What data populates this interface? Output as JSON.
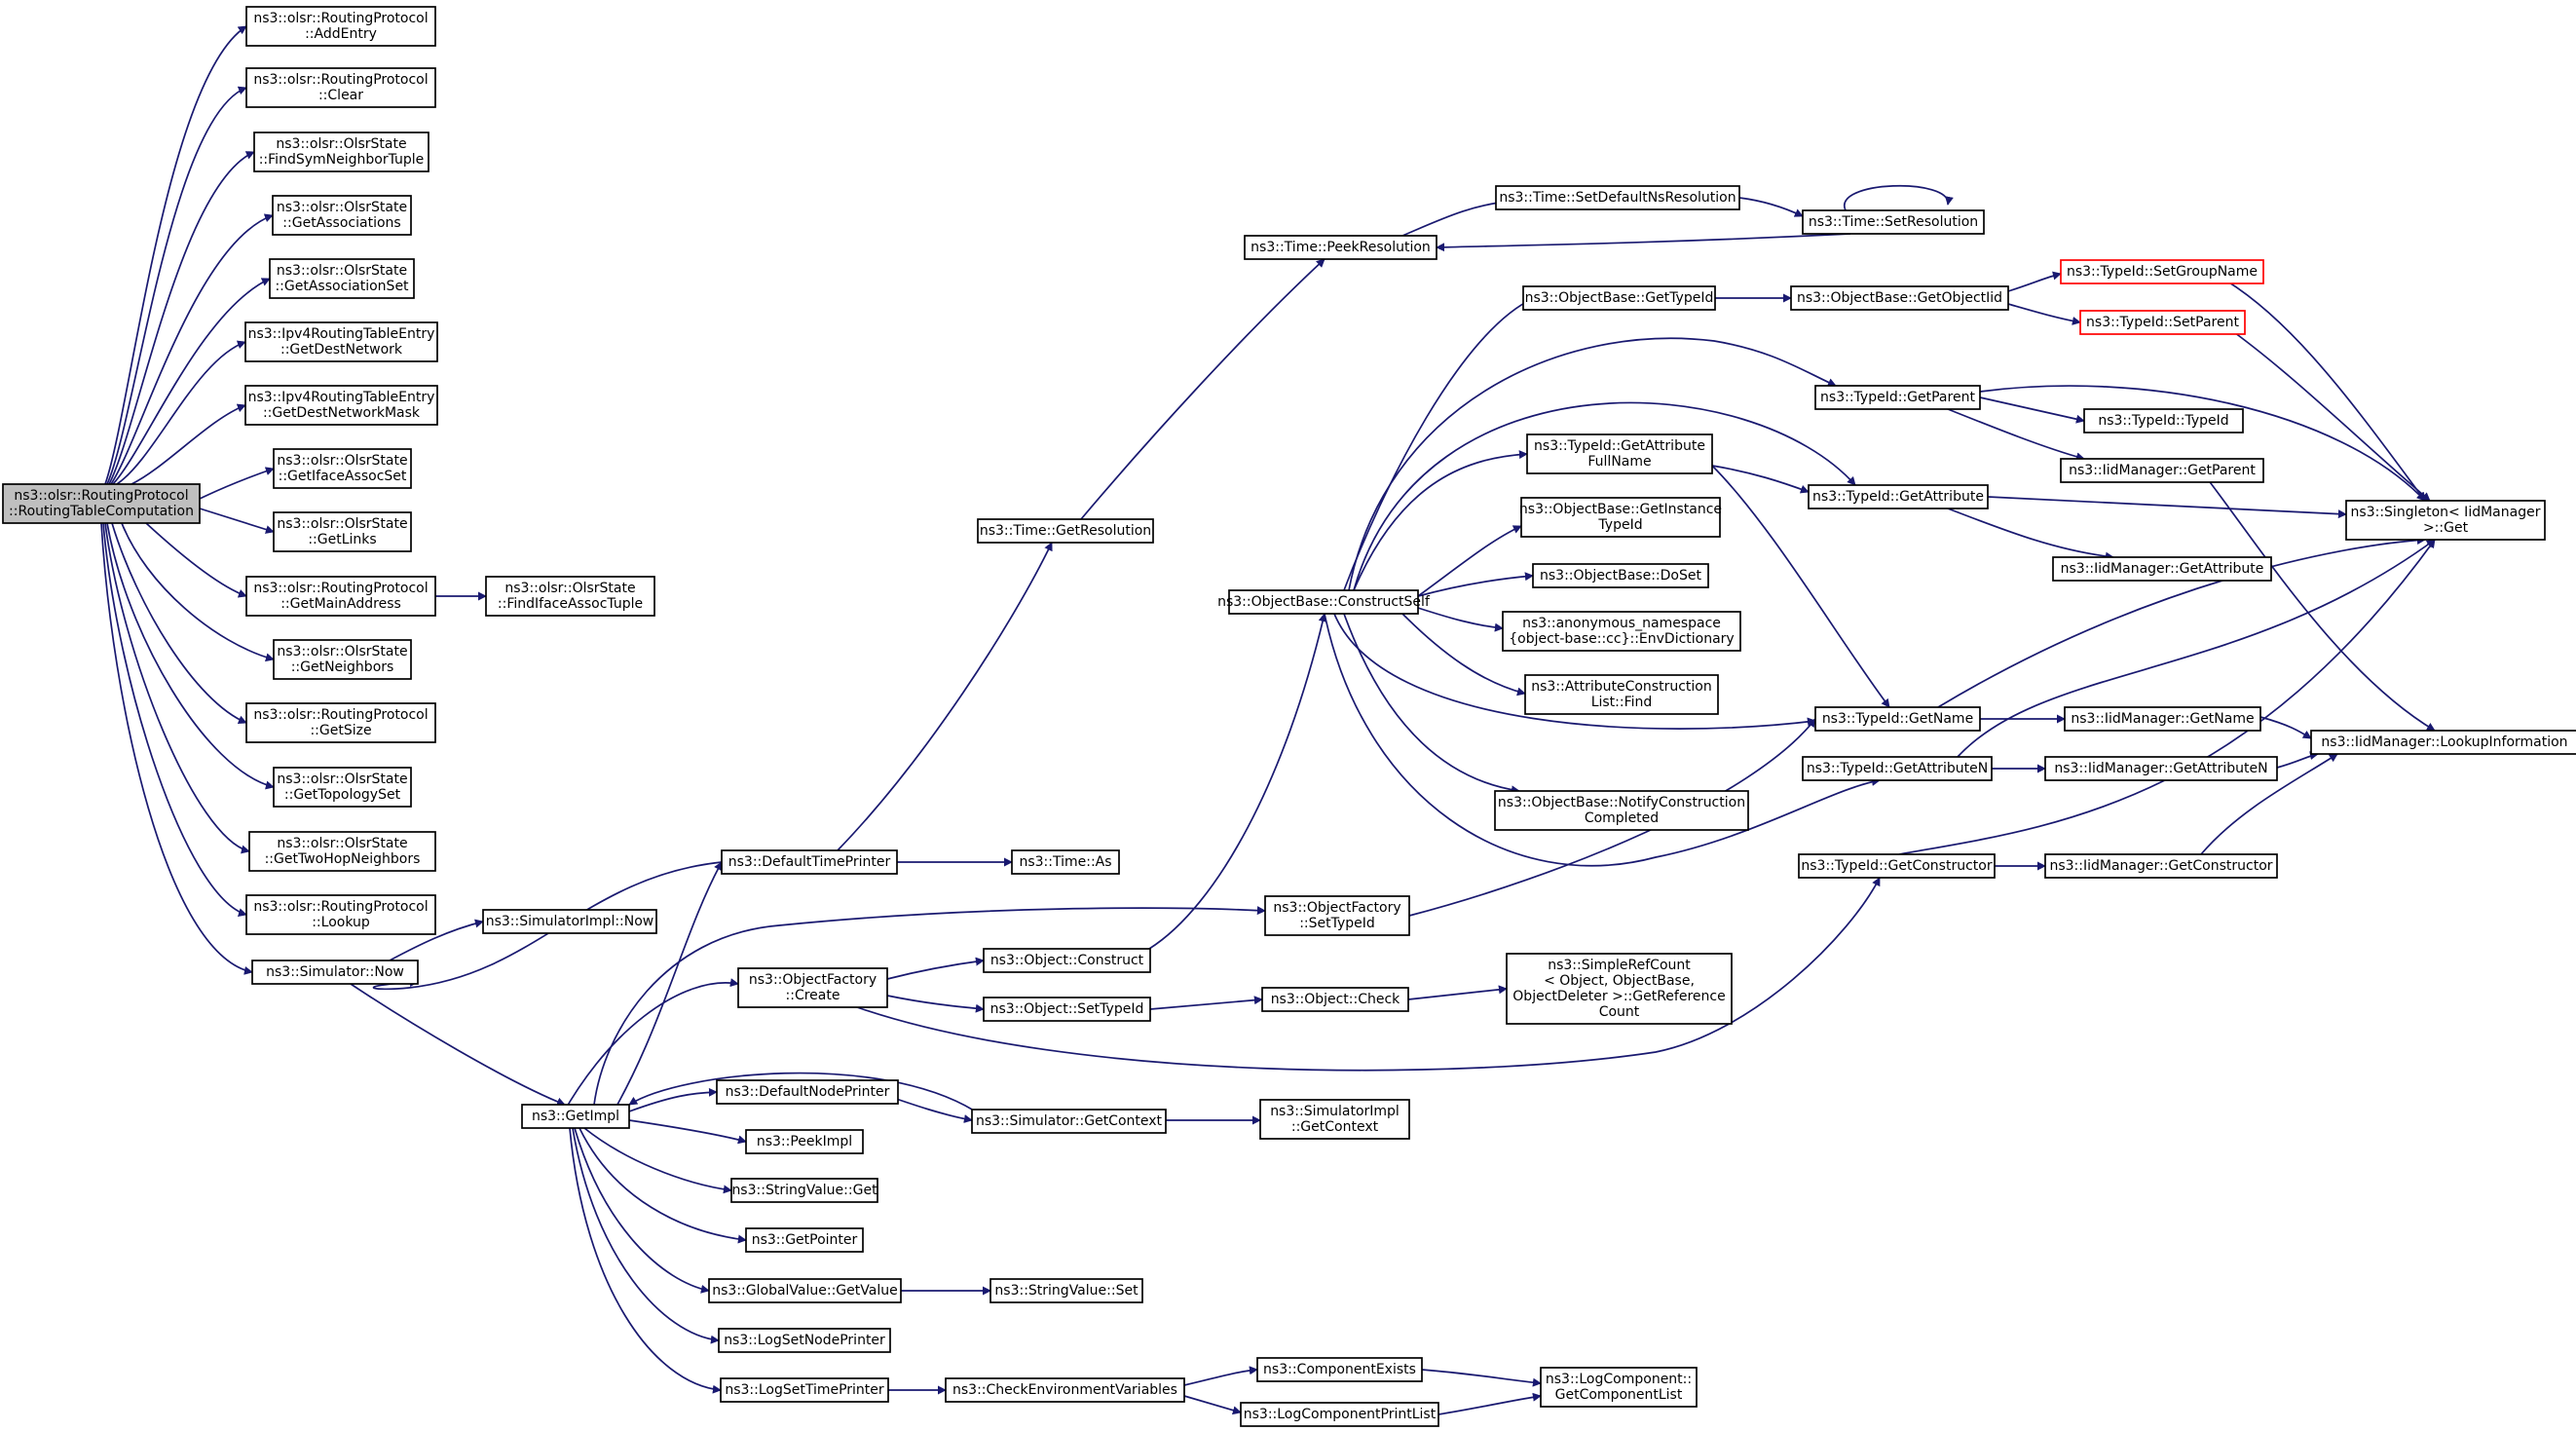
{
  "nodes": [
    {
      "id": "root",
      "lines": [
        "ns3::olsr::RoutingProtocol",
        "::RoutingTableComputation"
      ],
      "style": "root"
    },
    {
      "id": "addentry",
      "lines": [
        "ns3::olsr::RoutingProtocol",
        "::AddEntry"
      ]
    },
    {
      "id": "clear",
      "lines": [
        "ns3::olsr::RoutingProtocol",
        "::Clear"
      ]
    },
    {
      "id": "findsym",
      "lines": [
        "ns3::olsr::OlsrState",
        "::FindSymNeighborTuple"
      ]
    },
    {
      "id": "getassoc",
      "lines": [
        "ns3::olsr::OlsrState",
        "::GetAssociations"
      ]
    },
    {
      "id": "getassocset",
      "lines": [
        "ns3::olsr::OlsrState",
        "::GetAssociationSet"
      ]
    },
    {
      "id": "getdestnet",
      "lines": [
        "ns3::Ipv4RoutingTableEntry",
        "::GetDestNetwork"
      ]
    },
    {
      "id": "getdestmask",
      "lines": [
        "ns3::Ipv4RoutingTableEntry",
        "::GetDestNetworkMask"
      ]
    },
    {
      "id": "getiface",
      "lines": [
        "ns3::olsr::OlsrState",
        "::GetIfaceAssocSet"
      ]
    },
    {
      "id": "getlinks",
      "lines": [
        "ns3::olsr::OlsrState",
        "::GetLinks"
      ]
    },
    {
      "id": "getmain",
      "lines": [
        "ns3::olsr::RoutingProtocol",
        "::GetMainAddress"
      ]
    },
    {
      "id": "findiface",
      "lines": [
        "ns3::olsr::OlsrState",
        "::FindIfaceAssocTuple"
      ]
    },
    {
      "id": "getneigh",
      "lines": [
        "ns3::olsr::OlsrState",
        "::GetNeighbors"
      ]
    },
    {
      "id": "getsize",
      "lines": [
        "ns3::olsr::RoutingProtocol",
        "::GetSize"
      ]
    },
    {
      "id": "gettopo",
      "lines": [
        "ns3::olsr::OlsrState",
        "::GetTopologySet"
      ]
    },
    {
      "id": "gettwohop",
      "lines": [
        "ns3::olsr::OlsrState",
        "::GetTwoHopNeighbors"
      ]
    },
    {
      "id": "lookup",
      "lines": [
        "ns3::olsr::RoutingProtocol",
        "::Lookup"
      ]
    },
    {
      "id": "simnow",
      "lines": [
        "ns3::Simulator::Now"
      ]
    },
    {
      "id": "simimplnow",
      "lines": [
        "ns3::SimulatorImpl::Now"
      ]
    },
    {
      "id": "getimpl",
      "lines": [
        "ns3::GetImpl"
      ]
    },
    {
      "id": "deftimeprinter",
      "lines": [
        "ns3::DefaultTimePrinter"
      ]
    },
    {
      "id": "timeas",
      "lines": [
        "ns3::Time::As"
      ]
    },
    {
      "id": "timegetres",
      "lines": [
        "ns3::Time::GetResolution"
      ]
    },
    {
      "id": "timepeek",
      "lines": [
        "ns3::Time::PeekResolution"
      ]
    },
    {
      "id": "timesetdef",
      "lines": [
        "ns3::Time::SetDefaultNsResolution"
      ]
    },
    {
      "id": "timesetres",
      "lines": [
        "ns3::Time::SetResolution"
      ]
    },
    {
      "id": "objfactcreate",
      "lines": [
        "ns3::ObjectFactory",
        "::Create"
      ]
    },
    {
      "id": "objconstruct",
      "lines": [
        "ns3::Object::Construct"
      ]
    },
    {
      "id": "objsettypeid",
      "lines": [
        "ns3::Object::SetTypeId"
      ]
    },
    {
      "id": "objcheck",
      "lines": [
        "ns3::Object::Check"
      ]
    },
    {
      "id": "simplerefcount",
      "lines": [
        "ns3::SimpleRefCount",
        "< Object, ObjectBase,",
        "ObjectDeleter >::GetReference",
        "Count"
      ]
    },
    {
      "id": "objfactsettid",
      "lines": [
        "ns3::ObjectFactory",
        "::SetTypeId"
      ]
    },
    {
      "id": "constructself",
      "lines": [
        "ns3::ObjectBase::ConstructSelf"
      ]
    },
    {
      "id": "obgettypeid",
      "lines": [
        "ns3::ObjectBase::GetTypeId"
      ]
    },
    {
      "id": "obgetobjtid",
      "lines": [
        "ns3::ObjectBase::GetObjectIid"
      ]
    },
    {
      "id": "tidsetgroup",
      "lines": [
        "ns3::TypeId::SetGroupName"
      ],
      "style": "red"
    },
    {
      "id": "tidsetparent",
      "lines": [
        "ns3::TypeId::SetParent"
      ],
      "style": "red"
    },
    {
      "id": "tidgetparent",
      "lines": [
        "ns3::TypeId::GetParent"
      ]
    },
    {
      "id": "tidtypeid",
      "lines": [
        "ns3::TypeId::TypeId"
      ]
    },
    {
      "id": "iidgetparent",
      "lines": [
        "ns3::IidManager::GetParent"
      ]
    },
    {
      "id": "tidgetattrfull",
      "lines": [
        "ns3::TypeId::GetAttribute",
        "FullName"
      ]
    },
    {
      "id": "tidgetattr",
      "lines": [
        "ns3::TypeId::GetAttribute"
      ]
    },
    {
      "id": "iidgetattr",
      "lines": [
        "ns3::IidManager::GetAttribute"
      ]
    },
    {
      "id": "singleton",
      "lines": [
        "ns3::Singleton< IidManager",
        ">::Get"
      ]
    },
    {
      "id": "obgetinst",
      "lines": [
        "ns3::ObjectBase::GetInstance",
        "TypeId"
      ]
    },
    {
      "id": "obdoset",
      "lines": [
        "ns3::ObjectBase::DoSet"
      ]
    },
    {
      "id": "envdict",
      "lines": [
        "ns3::anonymous_namespace",
        "{object-base::cc}::EnvDictionary"
      ]
    },
    {
      "id": "attrfind",
      "lines": [
        "ns3::AttributeConstruction",
        "List::Find"
      ]
    },
    {
      "id": "notify",
      "lines": [
        "ns3::ObjectBase::NotifyConstruction",
        "Completed"
      ]
    },
    {
      "id": "tidgetname",
      "lines": [
        "ns3::TypeId::GetName"
      ]
    },
    {
      "id": "iidgetname",
      "lines": [
        "ns3::IidManager::GetName"
      ]
    },
    {
      "id": "tidgetattrn",
      "lines": [
        "ns3::TypeId::GetAttributeN"
      ]
    },
    {
      "id": "iidgetattrn",
      "lines": [
        "ns3::IidManager::GetAttributeN"
      ]
    },
    {
      "id": "lookupinfo",
      "lines": [
        "ns3::IidManager::LookupInformation"
      ]
    },
    {
      "id": "tidgetctor",
      "lines": [
        "ns3::TypeId::GetConstructor"
      ]
    },
    {
      "id": "iidgetctor",
      "lines": [
        "ns3::IidManager::GetConstructor"
      ]
    },
    {
      "id": "defnodeprinter",
      "lines": [
        "ns3::DefaultNodePrinter"
      ]
    },
    {
      "id": "simgetctx",
      "lines": [
        "ns3::Simulator::GetContext"
      ]
    },
    {
      "id": "simimplctx",
      "lines": [
        "ns3::SimulatorImpl",
        "::GetContext"
      ]
    },
    {
      "id": "peekimpl",
      "lines": [
        "ns3::PeekImpl"
      ]
    },
    {
      "id": "strvalget",
      "lines": [
        "ns3::StringValue::Get"
      ]
    },
    {
      "id": "getpointer",
      "lines": [
        "ns3::GetPointer"
      ]
    },
    {
      "id": "globalget",
      "lines": [
        "ns3::GlobalValue::GetValue"
      ]
    },
    {
      "id": "strvalset",
      "lines": [
        "ns3::StringValue::Set"
      ]
    },
    {
      "id": "logsetnode",
      "lines": [
        "ns3::LogSetNodePrinter"
      ]
    },
    {
      "id": "logsettime",
      "lines": [
        "ns3::LogSetTimePrinter"
      ]
    },
    {
      "id": "checkenv",
      "lines": [
        "ns3::CheckEnvironmentVariables"
      ]
    },
    {
      "id": "compexists",
      "lines": [
        "ns3::ComponentExists"
      ]
    },
    {
      "id": "logcompprint",
      "lines": [
        "ns3::LogComponentPrintList"
      ]
    },
    {
      "id": "logcomplist",
      "lines": [
        "ns3::LogComponent::",
        "GetComponentList"
      ]
    }
  ]
}
